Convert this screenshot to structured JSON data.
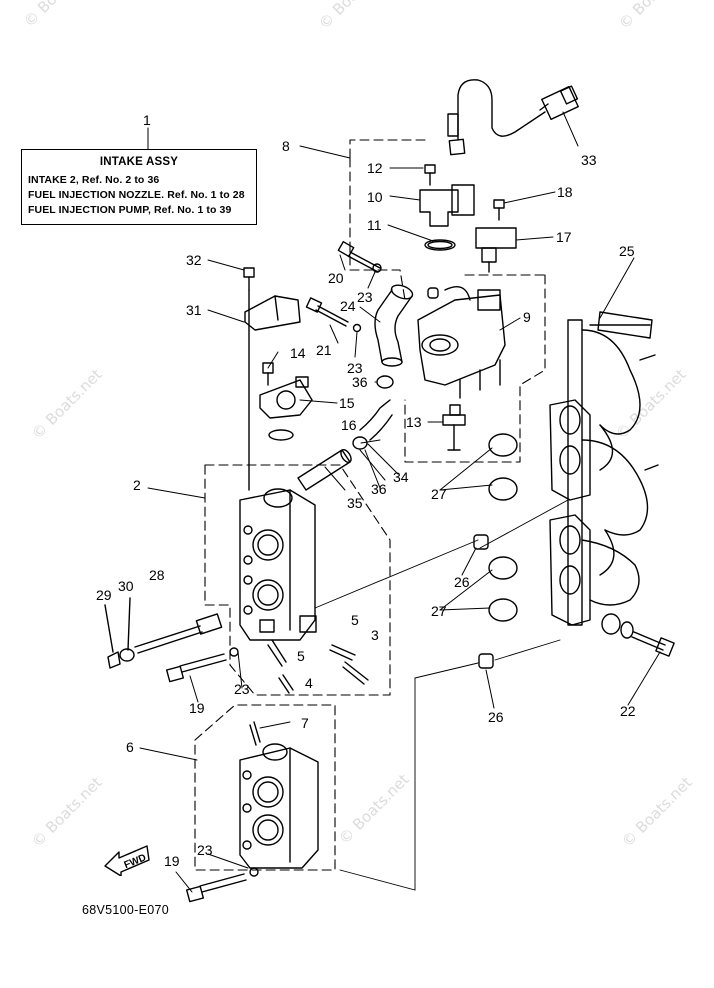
{
  "legend": {
    "title": "INTAKE ASSY",
    "lines": [
      "INTAKE 2, Ref. No. 2 to 36",
      "FUEL INJECTION NOZZLE.  Ref. No. 1 to 28",
      "FUEL INJECTION PUMP,  Ref. No. 1 to 39"
    ]
  },
  "part_code": "68V5100-E070",
  "fwd_label": "FWD",
  "watermark": "© Boats.net",
  "callouts": {
    "c1": "1",
    "c2": "2",
    "c3": "3",
    "c4": "4",
    "c5a": "5",
    "c5b": "5",
    "c6": "6",
    "c7": "7",
    "c8": "8",
    "c9": "9",
    "c10": "10",
    "c11": "11",
    "c12": "12",
    "c13": "13",
    "c14": "14",
    "c15": "15",
    "c16": "16",
    "c17": "17",
    "c18": "18",
    "c19a": "19",
    "c19b": "19",
    "c20": "20",
    "c21": "21",
    "c22": "22",
    "c23a": "23",
    "c23b": "23",
    "c23c": "23",
    "c23d": "23",
    "c24": "24",
    "c25": "25",
    "c26a": "26",
    "c26b": "26",
    "c27a": "27",
    "c27b": "27",
    "c28": "28",
    "c29": "29",
    "c30": "30",
    "c31": "31",
    "c32": "32",
    "c33": "33",
    "c34": "34",
    "c35": "35",
    "c36a": "36",
    "c36b": "36"
  }
}
